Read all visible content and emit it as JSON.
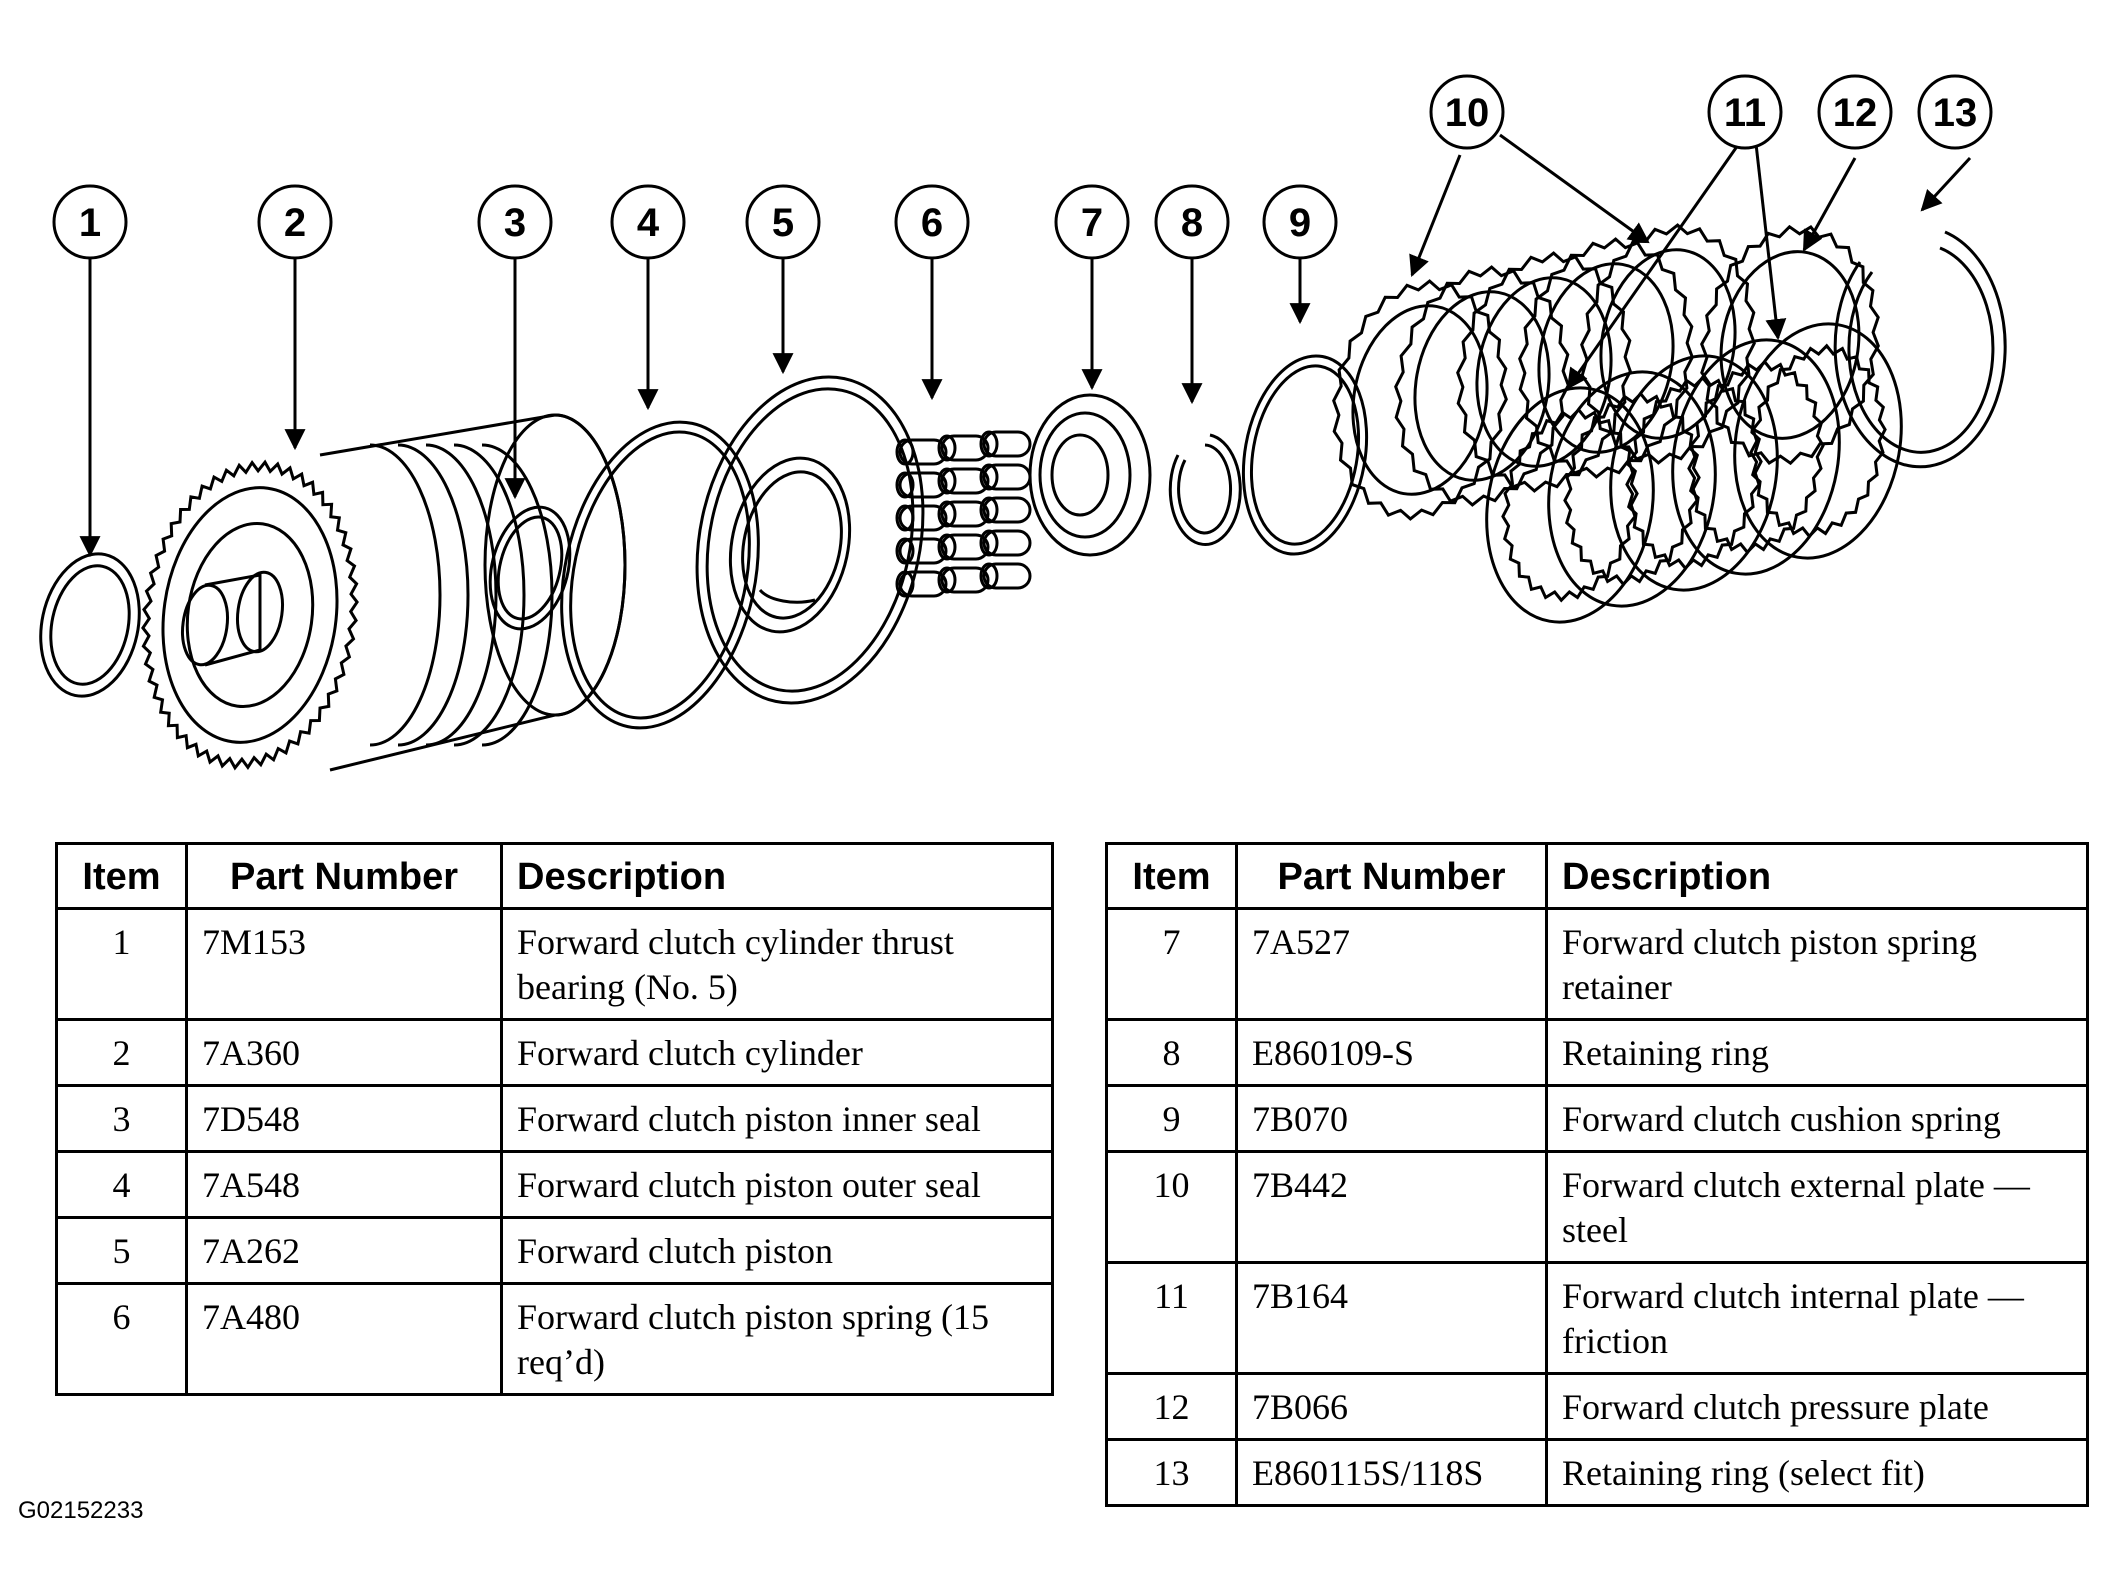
{
  "callouts": [
    "1",
    "2",
    "3",
    "4",
    "5",
    "6",
    "7",
    "8",
    "9",
    "10",
    "11",
    "12",
    "13"
  ],
  "table_headers": {
    "item": "Item",
    "part_number": "Part Number",
    "description": "Description"
  },
  "parts_left": [
    {
      "item": "1",
      "part": "7M153",
      "desc": "Forward clutch cylinder thrust bearing (No. 5)"
    },
    {
      "item": "2",
      "part": "7A360",
      "desc": "Forward clutch cylinder"
    },
    {
      "item": "3",
      "part": "7D548",
      "desc": "Forward clutch piston inner seal"
    },
    {
      "item": "4",
      "part": "7A548",
      "desc": "Forward clutch piston outer seal"
    },
    {
      "item": "5",
      "part": "7A262",
      "desc": "Forward clutch piston"
    },
    {
      "item": "6",
      "part": "7A480",
      "desc": "Forward clutch piston spring (15 req’d)"
    }
  ],
  "parts_right": [
    {
      "item": "7",
      "part": "7A527",
      "desc": "Forward clutch piston spring retainer"
    },
    {
      "item": "8",
      "part": "E860109-S",
      "desc": "Retaining ring"
    },
    {
      "item": "9",
      "part": "7B070",
      "desc": "Forward clutch cushion spring"
    },
    {
      "item": "10",
      "part": "7B442",
      "desc": "Forward clutch external plate — steel"
    },
    {
      "item": "11",
      "part": "7B164",
      "desc": "Forward clutch internal plate — friction"
    },
    {
      "item": "12",
      "part": "7B066",
      "desc": "Forward clutch pressure plate"
    },
    {
      "item": "13",
      "part": "E860115S/118S",
      "desc": "Retaining ring (select fit)"
    }
  ],
  "figure_code": "G02152233"
}
